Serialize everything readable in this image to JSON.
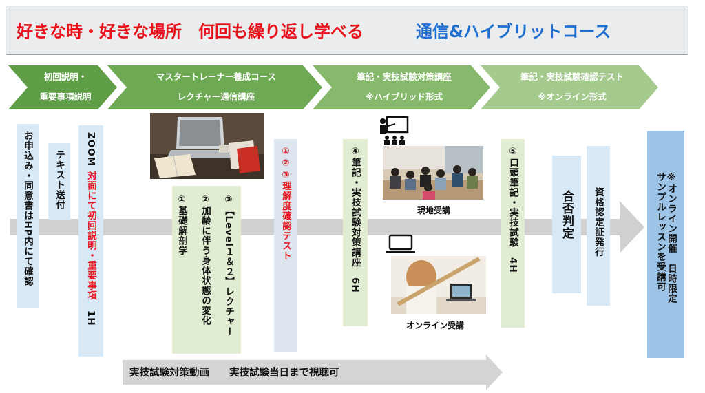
{
  "header": {
    "title_main": "好きな時・好きな場所　何回も繰り返し学べる",
    "title_sub": "通信&ハイブリットコース"
  },
  "steps": [
    {
      "line1": "初回説明・",
      "line2": "重要事項説明"
    },
    {
      "line1": "マスタートレーナー養成コース",
      "line2": "レクチャー通信講座"
    },
    {
      "line1": "筆記・実技試験対策講座",
      "line2": "※ハイブリッド形式"
    },
    {
      "line1": "筆記・実技試験確認テスト",
      "line2": "※オンライン形式"
    }
  ],
  "boxes": {
    "apply": "お申込み・同意書はHP内にて確認",
    "text_send": "テキスト送付",
    "zoom_black": "ZOOM",
    "zoom_red": "対面にて初回説明・重要事項",
    "zoom_hours": "1H",
    "lecture1": "①基礎解剖学",
    "lecture2": "②加齢に伴う身体状態の変化",
    "lecture3": "③【Level１＆２】レクチャー",
    "understand_test": "①②③理解度確認テスト",
    "written_prep": "④筆記・実技試験対策講座",
    "written_prep_hours": "6H",
    "oral_test": "⑤口頭筆記・実技試験",
    "oral_test_hours": "4H",
    "pass": "合否判定",
    "cert": "資格認定証発行",
    "sample_line1": "※オンライン開催　日時限定",
    "sample_line2": "サンプルレッスンを受講可"
  },
  "captions": {
    "onsite": "現地受講",
    "online": "オンライン受講"
  },
  "bottom_arrow": {
    "text": "実技試験対策動画　　実技試験当日まで視聴可"
  },
  "colors": {
    "title_red": "#e8121b",
    "title_blue": "#1f6fd1",
    "chevron_green_dark": "#5f9e47",
    "chevron_green_mid": "#7db45e",
    "chevron_green_light": "#a9cd8e",
    "box_blue": "#d7e9f7",
    "box_green": "#e1edd3",
    "arrow_gray": "#d0d0d0"
  },
  "icons": [
    "laptop-photo",
    "teacher-audience-icon",
    "laptop-icon"
  ]
}
